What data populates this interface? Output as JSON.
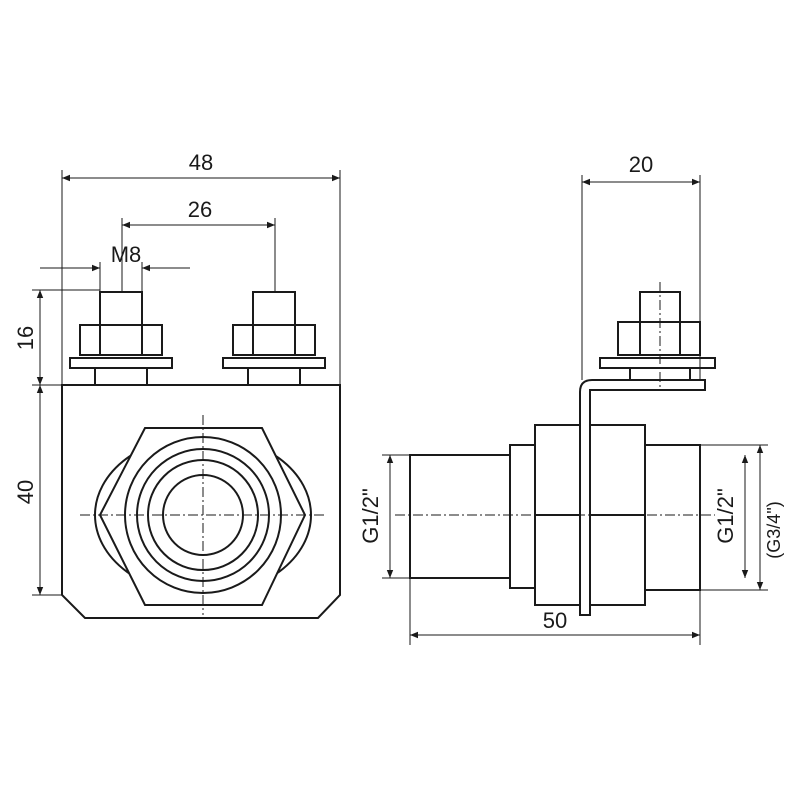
{
  "front_view": {
    "dim_width": "48",
    "dim_bolt_spacing": "26",
    "dim_thread": "M8",
    "dim_bolt_height": "16",
    "dim_body_height": "40"
  },
  "side_view": {
    "dim_bracket": "20",
    "dim_length": "50",
    "thread_left": "G1/2\"",
    "thread_right": "G1/2\"",
    "thread_right_alt": "(G3/4\")"
  },
  "colors": {
    "line": "#1a1a1a",
    "background": "#ffffff"
  }
}
